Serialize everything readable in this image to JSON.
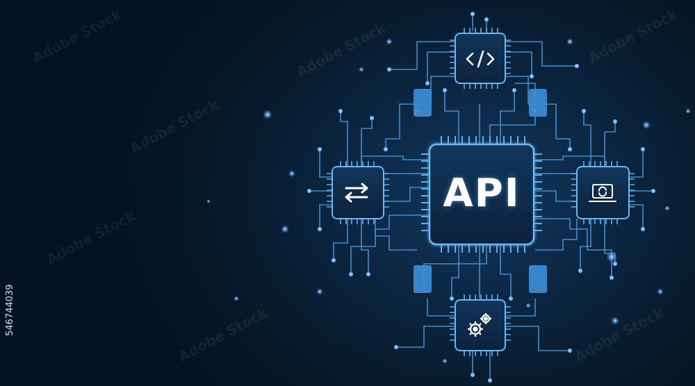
{
  "image": {
    "main_label": "API",
    "stock_id": "546744039",
    "watermark_text": "Adobe Stock",
    "icons": [
      "code-icon",
      "transfer-arrows-icon",
      "laptop-sync-icon",
      "gears-icon"
    ],
    "colors": {
      "background_dark": "#061221",
      "background_glow": "#123a60",
      "circuit_line": "#4fa3e8",
      "chip_fill": "#0d2a4a",
      "accent_square": "#3d8fd8"
    }
  }
}
